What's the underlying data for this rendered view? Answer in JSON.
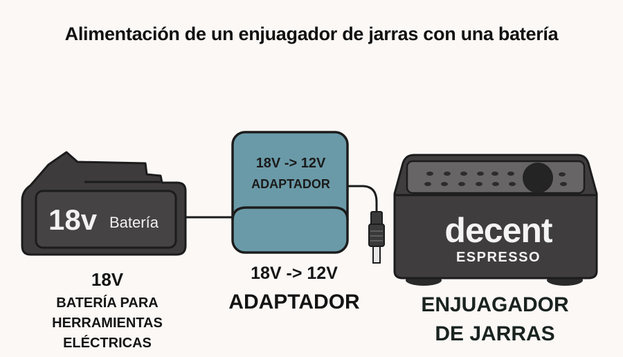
{
  "title": "Alimentación de un enjuagador de jarras con una batería",
  "battery": {
    "face_voltage": "18v",
    "face_label": "Batería",
    "caption_voltage": "18V",
    "caption_lines": [
      "BATERÍA PARA",
      "HERRAMIENTAS",
      "ELÉCTRICAS"
    ],
    "color": "#3d3b3c"
  },
  "adapter": {
    "face_conversion": "18V -> 12V",
    "face_label": "ADAPTADOR",
    "caption_conversion": "18V -> 12V",
    "caption_label": "ADAPTADOR",
    "color": "#6a9aa8"
  },
  "rinser": {
    "brand": "decent",
    "brand_sub": "ESPRESSO",
    "caption_lines": [
      "ENJUAGADOR",
      "DE JARRAS"
    ],
    "color": "#3f3d3e"
  },
  "colors": {
    "background": "#fbf8f6",
    "outline": "#1c1c1c"
  }
}
